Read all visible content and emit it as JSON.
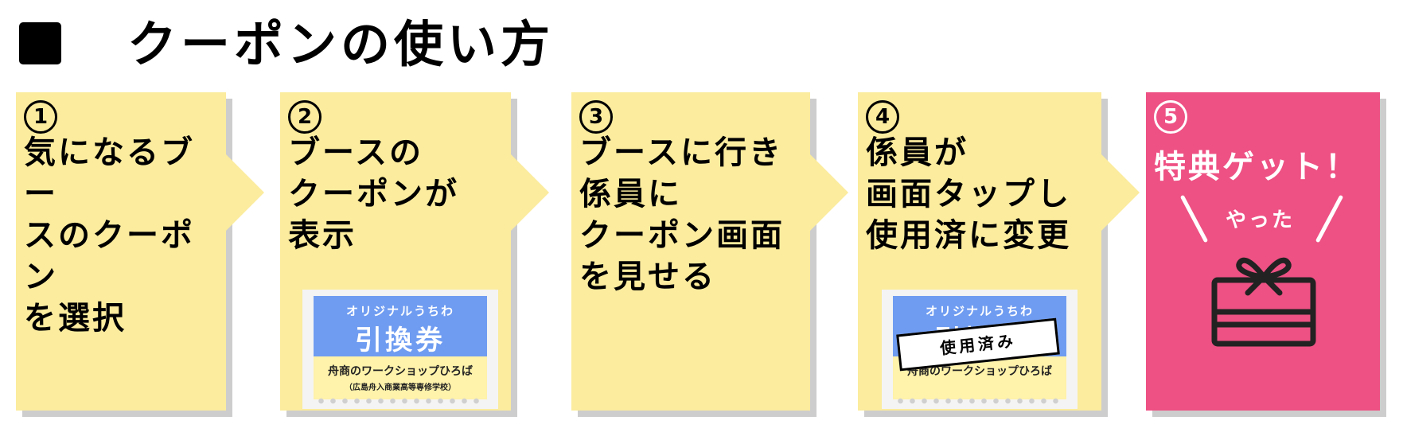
{
  "title": "クーポンの使い方",
  "colors": {
    "card": "#fbec9e",
    "final_card": "#ee5184",
    "coupon_header": "#6f9cf1",
    "coupon_body": "#fff2aa"
  },
  "steps": [
    {
      "number": "1",
      "text": "気になるブー\nスのクーポン\nを選択"
    },
    {
      "number": "2",
      "text": "ブースの\nクーポンが\n表示"
    },
    {
      "number": "3",
      "text": "ブースに行き\n係員に\nクーポン画面\nを見せる"
    },
    {
      "number": "4",
      "text": "係員が\n画面タップし\n使用済に変更"
    },
    {
      "number": "5",
      "text": "特典ゲット！",
      "exclamation": "やった",
      "icon": "gift-box-icon"
    }
  ],
  "coupon": {
    "subtitle": "オリジナルうちわ",
    "title": "引換券",
    "organizer": "舟商のワークショップひろば",
    "school": "（広島舟入商業高等専修学校）",
    "used_stamp": "使用済み"
  }
}
